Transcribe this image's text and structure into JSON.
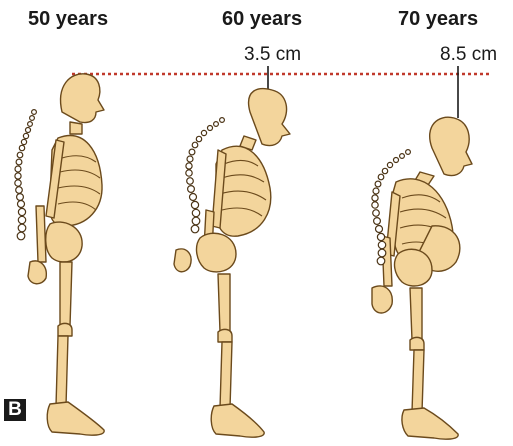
{
  "panel_letter": "B",
  "stages": [
    {
      "age": "50 years",
      "height_loss": ""
    },
    {
      "age": "60 years",
      "height_loss": "3.5 cm"
    },
    {
      "age": "70 years",
      "height_loss": "8.5 cm"
    }
  ],
  "colors": {
    "bone_fill": "#f3d59c",
    "bone_stroke": "#6b4a1c",
    "reference_line": "#c0392b",
    "text": "#1a1a1a"
  }
}
